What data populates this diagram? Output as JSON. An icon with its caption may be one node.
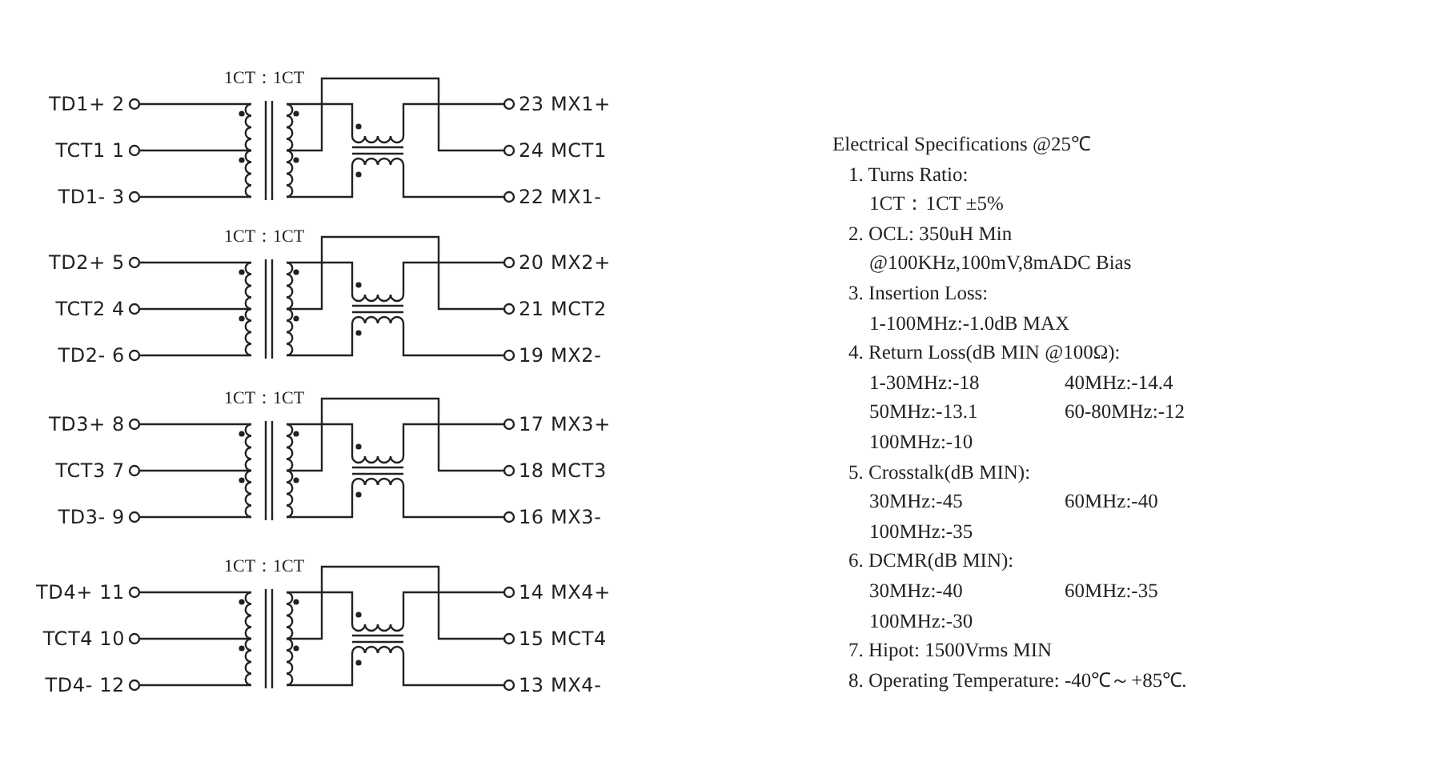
{
  "diagram": {
    "labels": [
      "1CT：1CT",
      "TD1+ 2",
      "23 MX1+",
      "TCT1 1",
      "24 MCT1",
      "TD1- 3",
      "22 MX1-",
      "1CT：1CT",
      "TD2+ 5",
      "20 MX2+",
      "TCT2 4",
      "21 MCT2",
      "TD2- 6",
      "19 MX2-",
      "1CT：1CT",
      "TD3+ 8",
      "17 MX3+",
      "TCT3 7",
      "18 MCT3",
      "TD3- 9",
      "16 MX3-",
      "1CT：1CT",
      "TD4+ 11",
      "14 MX4+",
      "TCT4 10",
      "15 MCT4",
      "TD4- 12",
      "13 MX4-",
      "Electrical Specifications @25℃",
      "1. Turns Ratio:",
      "1CT：1CT ±5%",
      "2. OCL: 350uH Min",
      "@100KHz,100mV,8mADC Bias",
      "3. Insertion Loss:",
      "1-100MHz:-1.0dB MAX",
      "4. Return Loss(dB MIN @100Ω):",
      "1-30MHz:-18",
      "40MHz:-14.4",
      "50MHz:-13.1",
      "60-80MHz:-12",
      "100MHz:-10",
      "5. Crosstalk(dB MIN):",
      "30MHz:-45",
      "60MHz:-40",
      "100MHz:-35",
      "6. DCMR(dB MIN):",
      "30MHz:-40",
      "60MHz:-35",
      "100MHz:-30",
      "7. Hipot: 1500Vrms MIN",
      "8. Operating Temperature: -40℃～+85℃."
    ]
  }
}
